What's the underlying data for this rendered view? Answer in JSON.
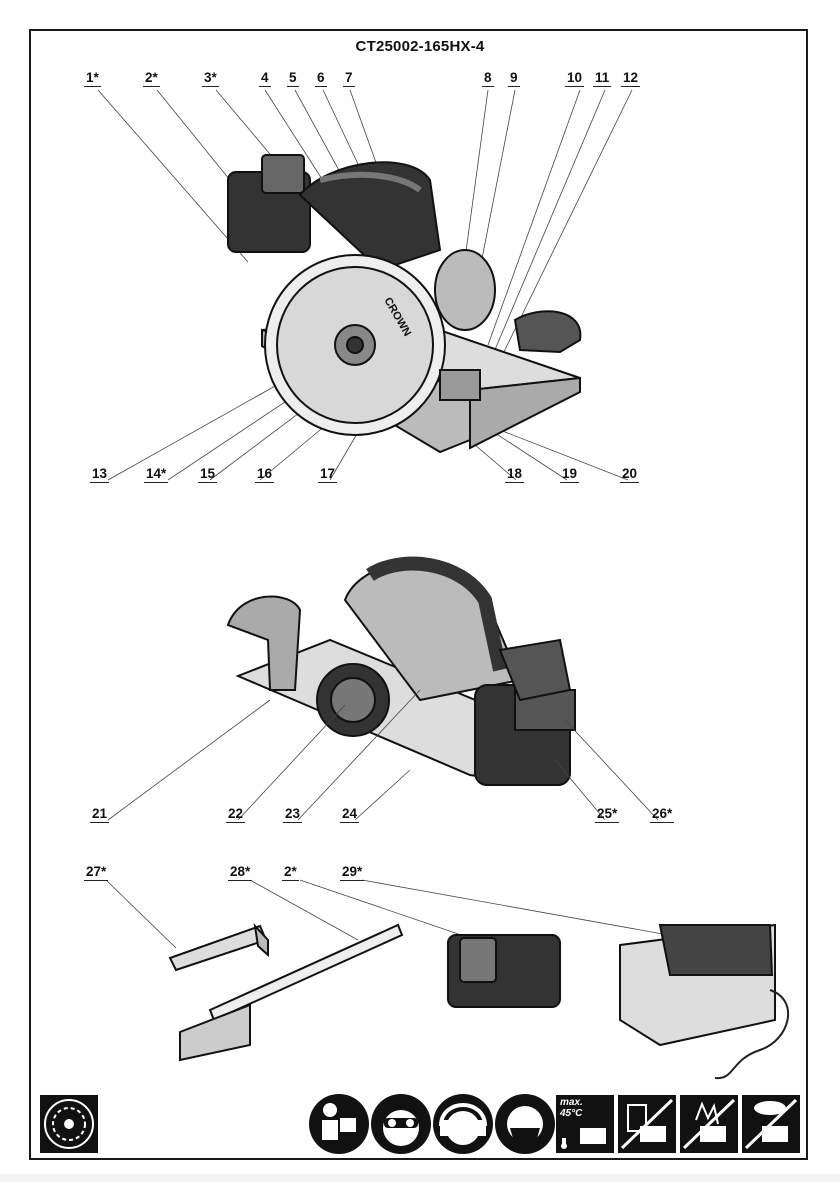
{
  "document": {
    "model_code": "CT25002-165HX-4",
    "top_view_labels": [
      "1*",
      "2*",
      "3*",
      "4",
      "5",
      "6",
      "7",
      "8",
      "9",
      "10",
      "11",
      "12"
    ],
    "bottom_row_labels": [
      "13",
      "14*",
      "15",
      "16",
      "17",
      "18",
      "19",
      "20"
    ],
    "rear_view_labels": [
      "21",
      "22",
      "23",
      "24",
      "25*",
      "26*"
    ],
    "accessory_labels": [
      "27*",
      "28*",
      "2*",
      "29*"
    ],
    "blade_brand_text": "CROWN",
    "temperature_icon_text": [
      "max.",
      "45°C"
    ],
    "safety_icons": [
      "read-manual-icon",
      "wear-eye-protection-icon",
      "wear-ear-protection-icon",
      "wear-dust-mask-icon",
      "max-temperature-icon",
      "no-disposal-icon",
      "no-fire-icon",
      "no-rain-icon"
    ],
    "symbol_icon": "circular-saw-blade-icon"
  }
}
